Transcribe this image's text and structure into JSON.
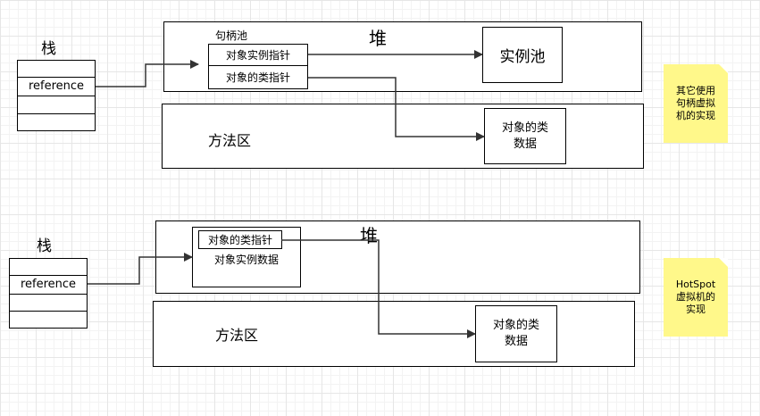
{
  "diagrams": [
    {
      "stack": {
        "title": "栈",
        "reference": "reference"
      },
      "heap": {
        "title": "堆",
        "pool_title": "句柄池",
        "instance_pointer": "对象实例指针",
        "class_pointer": "对象的类指针",
        "instance_pool": "实例池"
      },
      "method_area": {
        "title": "方法区",
        "class_data_line1": "对象的类",
        "class_data_line2": "数据"
      },
      "note": {
        "line1": "其它使用",
        "line2": "句柄虚拟",
        "line3": "机的实现"
      }
    },
    {
      "stack": {
        "title": "栈",
        "reference": "reference"
      },
      "heap": {
        "title": "堆",
        "class_pointer": "对象的类指针",
        "instance_data": "对象实例数据"
      },
      "method_area": {
        "title": "方法区",
        "class_data_line1": "对象的类",
        "class_data_line2": "数据"
      },
      "note": {
        "line1": "HotSpot",
        "line2": "虚拟机的",
        "line3": "实现"
      }
    }
  ],
  "colors": {
    "note_bg": "#fff88a",
    "line": "#333333",
    "border": "#000000"
  }
}
